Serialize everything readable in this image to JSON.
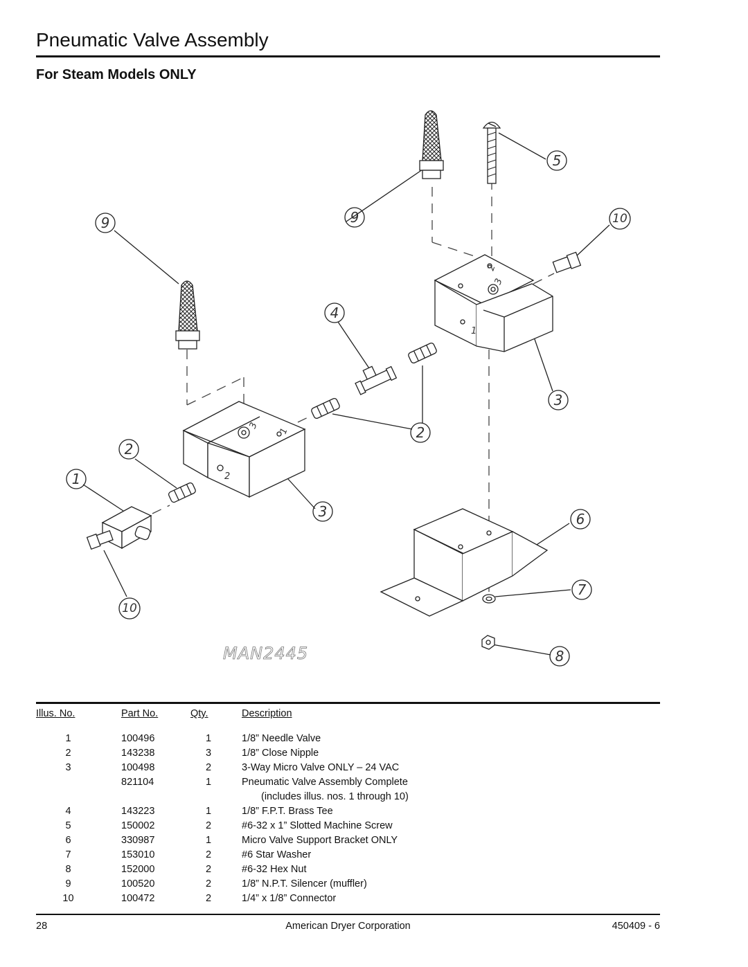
{
  "header": {
    "title": "Pneumatic Valve Assembly",
    "subtitle": "For Steam Models ONLY"
  },
  "diagram": {
    "callouts": [
      "9",
      "5",
      "9",
      "10",
      "4",
      "3",
      "2",
      "2",
      "1",
      "3",
      "6",
      "7",
      "10",
      "8"
    ],
    "drawing_id": "MAN2445",
    "port_labels": [
      "2",
      "3",
      "1",
      "3",
      "1",
      "2"
    ]
  },
  "table": {
    "headers": [
      "Illus. No.",
      "Part No.",
      "Qty.",
      "Description"
    ],
    "rows": [
      {
        "illus": "1",
        "part": "100496",
        "qty": "1",
        "desc": "1/8” Needle Valve"
      },
      {
        "illus": "2",
        "part": "143238",
        "qty": "3",
        "desc": "1/8” Close Nipple"
      },
      {
        "illus": "3",
        "part": "100498",
        "qty": "2",
        "desc": "3-Way Micro Valve ONLY – 24 VAC"
      },
      {
        "illus": "",
        "part": "821104",
        "qty": "1",
        "desc": "Pneumatic Valve Assembly Complete"
      },
      {
        "illus": "",
        "part": "",
        "qty": "",
        "desc": "(includes illus. nos. 1 through 10)"
      },
      {
        "illus": "4",
        "part": "143223",
        "qty": "1",
        "desc": "1/8” F.P.T. Brass Tee"
      },
      {
        "illus": "5",
        "part": "150002",
        "qty": "2",
        "desc": "#6-32 x 1” Slotted Machine Screw"
      },
      {
        "illus": "6",
        "part": "330987",
        "qty": "1",
        "desc": "Micro Valve Support Bracket ONLY"
      },
      {
        "illus": "7",
        "part": "153010",
        "qty": "2",
        "desc": "#6 Star Washer"
      },
      {
        "illus": "8",
        "part": "152000",
        "qty": "2",
        "desc": "#6-32 Hex Nut"
      },
      {
        "illus": "9",
        "part": "100520",
        "qty": "2",
        "desc": "1/8” N.P.T. Silencer (muffler)"
      },
      {
        "illus": "10",
        "part": "100472",
        "qty": "2",
        "desc": "1/4” x 1/8” Connector"
      }
    ]
  },
  "footer": {
    "page_number": "28",
    "company": "American Dryer Corporation",
    "doc_number": "450409 - 6"
  }
}
